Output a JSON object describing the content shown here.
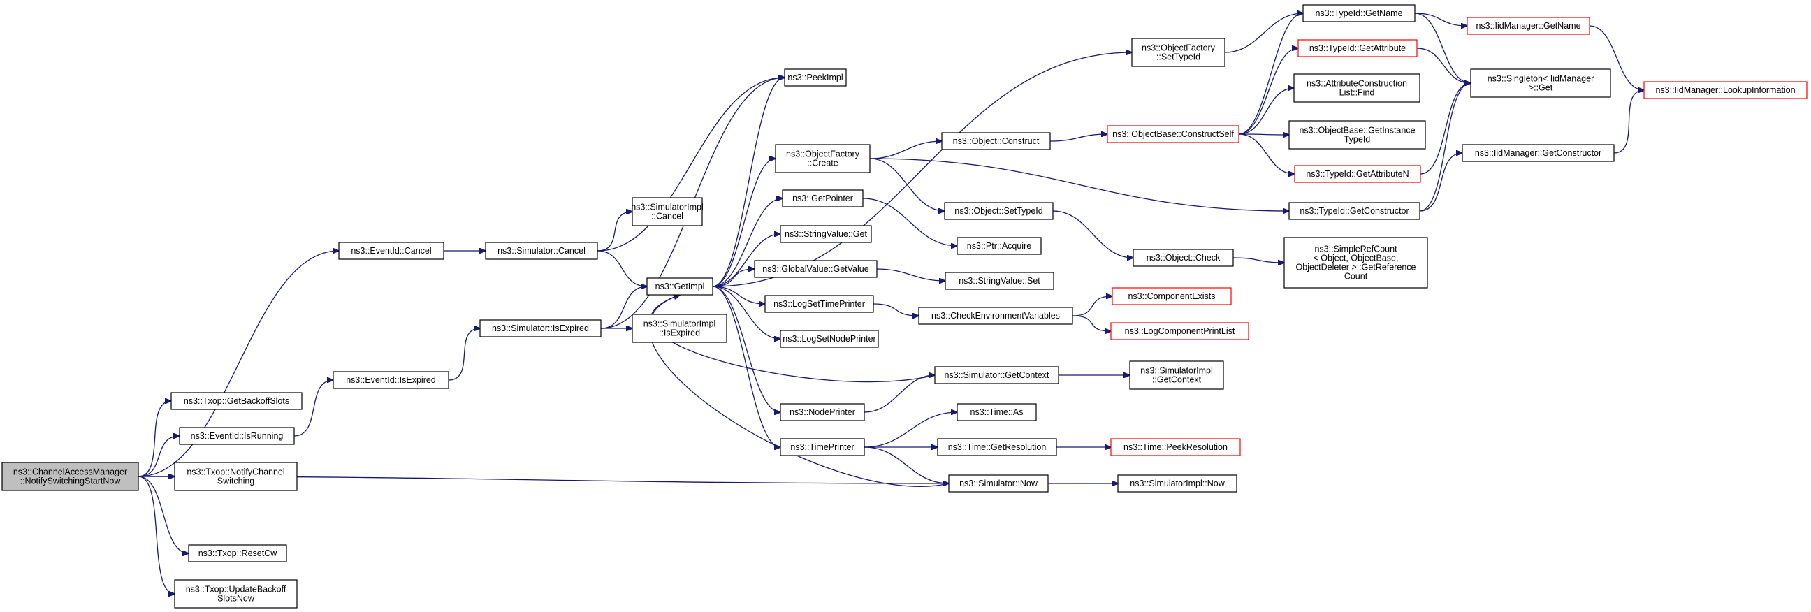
{
  "graph": {
    "colors": {
      "edge": "#191970",
      "root_fill": "#bfbfbf",
      "node_border": "#000000",
      "truncated_border": "#ff0000"
    },
    "nodes": [
      {
        "id": "root",
        "lines": [
          "ns3::ChannelAccessManager",
          "::NotifySwitchingStartNow"
        ],
        "style": "root"
      },
      {
        "id": "evcancel",
        "lines": [
          "ns3::EventId::Cancel"
        ],
        "style": "normal"
      },
      {
        "id": "getbackoff",
        "lines": [
          "ns3::Txop::GetBackoffSlots"
        ],
        "style": "normal"
      },
      {
        "id": "isrunning",
        "lines": [
          "ns3::EventId::IsRunning"
        ],
        "style": "normal"
      },
      {
        "id": "notifych",
        "lines": [
          "ns3::Txop::NotifyChannel",
          "Switching"
        ],
        "style": "normal"
      },
      {
        "id": "resetcw",
        "lines": [
          "ns3::Txop::ResetCw"
        ],
        "style": "normal"
      },
      {
        "id": "updateback",
        "lines": [
          "ns3::Txop::UpdateBackoff",
          "SlotsNow"
        ],
        "style": "normal"
      },
      {
        "id": "evisexp",
        "lines": [
          "ns3::EventId::IsExpired"
        ],
        "style": "normal"
      },
      {
        "id": "simcancel",
        "lines": [
          "ns3::Simulator::Cancel"
        ],
        "style": "normal"
      },
      {
        "id": "simisexp",
        "lines": [
          "ns3::Simulator::IsExpired"
        ],
        "style": "normal"
      },
      {
        "id": "simimplcancel",
        "lines": [
          "ns3::SimulatorImpl",
          "::Cancel"
        ],
        "style": "normal"
      },
      {
        "id": "simimplisexp",
        "lines": [
          "ns3::SimulatorImpl",
          "::IsExpired"
        ],
        "style": "normal"
      },
      {
        "id": "getimpl",
        "lines": [
          "ns3::GetImpl"
        ],
        "style": "normal"
      },
      {
        "id": "peekimpl",
        "lines": [
          "ns3::PeekImpl"
        ],
        "style": "normal"
      },
      {
        "id": "ofcreate",
        "lines": [
          "ns3::ObjectFactory",
          "::Create"
        ],
        "style": "normal"
      },
      {
        "id": "getpointer",
        "lines": [
          "ns3::GetPointer"
        ],
        "style": "normal"
      },
      {
        "id": "strvalget",
        "lines": [
          "ns3::StringValue::Get"
        ],
        "style": "normal"
      },
      {
        "id": "gvgetvalue",
        "lines": [
          "ns3::GlobalValue::GetValue"
        ],
        "style": "normal"
      },
      {
        "id": "logsettime",
        "lines": [
          "ns3::LogSetTimePrinter"
        ],
        "style": "normal"
      },
      {
        "id": "logsetnode",
        "lines": [
          "ns3::LogSetNodePrinter"
        ],
        "style": "normal"
      },
      {
        "id": "nodeprinter",
        "lines": [
          "ns3::NodePrinter"
        ],
        "style": "normal"
      },
      {
        "id": "timeprinter",
        "lines": [
          "ns3::TimePrinter"
        ],
        "style": "normal"
      },
      {
        "id": "ofsettypeid",
        "lines": [
          "ns3::ObjectFactory",
          "::SetTypeId"
        ],
        "style": "normal"
      },
      {
        "id": "objconstruct",
        "lines": [
          "ns3::Object::Construct"
        ],
        "style": "normal"
      },
      {
        "id": "objsettypeid",
        "lines": [
          "ns3::Object::SetTypeId"
        ],
        "style": "normal"
      },
      {
        "id": "ptracquire",
        "lines": [
          "ns3::Ptr::Acquire"
        ],
        "style": "normal"
      },
      {
        "id": "strvalset",
        "lines": [
          "ns3::StringValue::Set"
        ],
        "style": "normal"
      },
      {
        "id": "checkenv",
        "lines": [
          "ns3::CheckEnvironmentVariables"
        ],
        "style": "normal"
      },
      {
        "id": "simgetctx",
        "lines": [
          "ns3::Simulator::GetContext"
        ],
        "style": "normal"
      },
      {
        "id": "timeas",
        "lines": [
          "ns3::Time::As"
        ],
        "style": "normal"
      },
      {
        "id": "timegetres",
        "lines": [
          "ns3::Time::GetResolution"
        ],
        "style": "normal"
      },
      {
        "id": "simnow",
        "lines": [
          "ns3::Simulator::Now"
        ],
        "style": "normal"
      },
      {
        "id": "obconstructself",
        "lines": [
          "ns3::ObjectBase::ConstructSelf"
        ],
        "style": "red"
      },
      {
        "id": "objcheck",
        "lines": [
          "ns3::Object::Check"
        ],
        "style": "normal"
      },
      {
        "id": "compexists",
        "lines": [
          "ns3::ComponentExists"
        ],
        "style": "red"
      },
      {
        "id": "logcompprint",
        "lines": [
          "ns3::LogComponentPrintList"
        ],
        "style": "red"
      },
      {
        "id": "simimplgetctx",
        "lines": [
          "ns3::SimulatorImpl",
          "::GetContext"
        ],
        "style": "normal"
      },
      {
        "id": "timepeekres",
        "lines": [
          "ns3::Time::PeekResolution"
        ],
        "style": "red"
      },
      {
        "id": "simimplnow",
        "lines": [
          "ns3::SimulatorImpl::Now"
        ],
        "style": "normal"
      },
      {
        "id": "tidgetname",
        "lines": [
          "ns3::TypeId::GetName"
        ],
        "style": "normal"
      },
      {
        "id": "tidgetattr",
        "lines": [
          "ns3::TypeId::GetAttribute"
        ],
        "style": "red"
      },
      {
        "id": "attrconstr",
        "lines": [
          "ns3::AttributeConstruction",
          "List::Find"
        ],
        "style": "normal"
      },
      {
        "id": "obgetinst",
        "lines": [
          "ns3::ObjectBase::GetInstance",
          "TypeId"
        ],
        "style": "normal"
      },
      {
        "id": "tidgetattrn",
        "lines": [
          "ns3::TypeId::GetAttributeN"
        ],
        "style": "red"
      },
      {
        "id": "tidgetctor",
        "lines": [
          "ns3::TypeId::GetConstructor"
        ],
        "style": "normal"
      },
      {
        "id": "simplerefcount",
        "lines": [
          "ns3::SimpleRefCount",
          "< Object, ObjectBase,",
          " ObjectDeleter >::GetReference",
          "Count"
        ],
        "style": "normal"
      },
      {
        "id": "iidgetname",
        "lines": [
          "ns3::IidManager::GetName"
        ],
        "style": "red"
      },
      {
        "id": "singletonget",
        "lines": [
          "ns3::Singleton< IidManager",
          " >::Get"
        ],
        "style": "normal"
      },
      {
        "id": "iidgetctor",
        "lines": [
          "ns3::IidManager::GetConstructor"
        ],
        "style": "normal"
      },
      {
        "id": "iidlookup",
        "lines": [
          "ns3::IidManager::LookupInformation"
        ],
        "style": "red"
      }
    ],
    "edges": [
      [
        "root",
        "evcancel"
      ],
      [
        "root",
        "getbackoff"
      ],
      [
        "root",
        "isrunning"
      ],
      [
        "root",
        "notifych"
      ],
      [
        "root",
        "resetcw"
      ],
      [
        "root",
        "updateback"
      ],
      [
        "root",
        "simnow"
      ],
      [
        "isrunning",
        "evisexp"
      ],
      [
        "evisexp",
        "simisexp"
      ],
      [
        "evcancel",
        "simcancel"
      ],
      [
        "simcancel",
        "peekimpl"
      ],
      [
        "simcancel",
        "simimplcancel"
      ],
      [
        "simcancel",
        "getimpl"
      ],
      [
        "simisexp",
        "getimpl"
      ],
      [
        "simisexp",
        "simimplisexp"
      ],
      [
        "simisexp",
        "peekimpl"
      ],
      [
        "getimpl",
        "peekimpl"
      ],
      [
        "getimpl",
        "ofsettypeid"
      ],
      [
        "getimpl",
        "ofcreate"
      ],
      [
        "getimpl",
        "getpointer"
      ],
      [
        "getimpl",
        "strvalget"
      ],
      [
        "getimpl",
        "gvgetvalue"
      ],
      [
        "getimpl",
        "logsettime"
      ],
      [
        "getimpl",
        "logsetnode"
      ],
      [
        "getimpl",
        "nodeprinter"
      ],
      [
        "getimpl",
        "timeprinter"
      ],
      [
        "simgetctx",
        "getimpl"
      ],
      [
        "simnow",
        "getimpl"
      ],
      [
        "ofcreate",
        "objconstruct"
      ],
      [
        "ofcreate",
        "objsettypeid"
      ],
      [
        "ofcreate",
        "tidgetctor"
      ],
      [
        "getpointer",
        "ptracquire"
      ],
      [
        "gvgetvalue",
        "strvalset"
      ],
      [
        "logsettime",
        "checkenv"
      ],
      [
        "checkenv",
        "compexists"
      ],
      [
        "checkenv",
        "logcompprint"
      ],
      [
        "nodeprinter",
        "simgetctx"
      ],
      [
        "simgetctx",
        "simimplgetctx"
      ],
      [
        "timeprinter",
        "timeas"
      ],
      [
        "timeprinter",
        "timegetres"
      ],
      [
        "timeprinter",
        "simnow"
      ],
      [
        "timegetres",
        "timepeekres"
      ],
      [
        "simnow",
        "simimplnow"
      ],
      [
        "objconstruct",
        "obconstructself"
      ],
      [
        "objsettypeid",
        "objcheck"
      ],
      [
        "objcheck",
        "simplerefcount"
      ],
      [
        "ofsettypeid",
        "tidgetname"
      ],
      [
        "obconstructself",
        "tidgetname"
      ],
      [
        "obconstructself",
        "tidgetattr"
      ],
      [
        "obconstructself",
        "attrconstr"
      ],
      [
        "obconstructself",
        "obgetinst"
      ],
      [
        "obconstructself",
        "tidgetattrn"
      ],
      [
        "tidgetname",
        "iidgetname"
      ],
      [
        "tidgetname",
        "singletonget"
      ],
      [
        "tidgetattr",
        "singletonget"
      ],
      [
        "tidgetattrn",
        "singletonget"
      ],
      [
        "tidgetctor",
        "singletonget"
      ],
      [
        "tidgetctor",
        "iidgetctor"
      ],
      [
        "iidgetname",
        "iidlookup"
      ],
      [
        "iidgetctor",
        "iidlookup"
      ]
    ]
  }
}
